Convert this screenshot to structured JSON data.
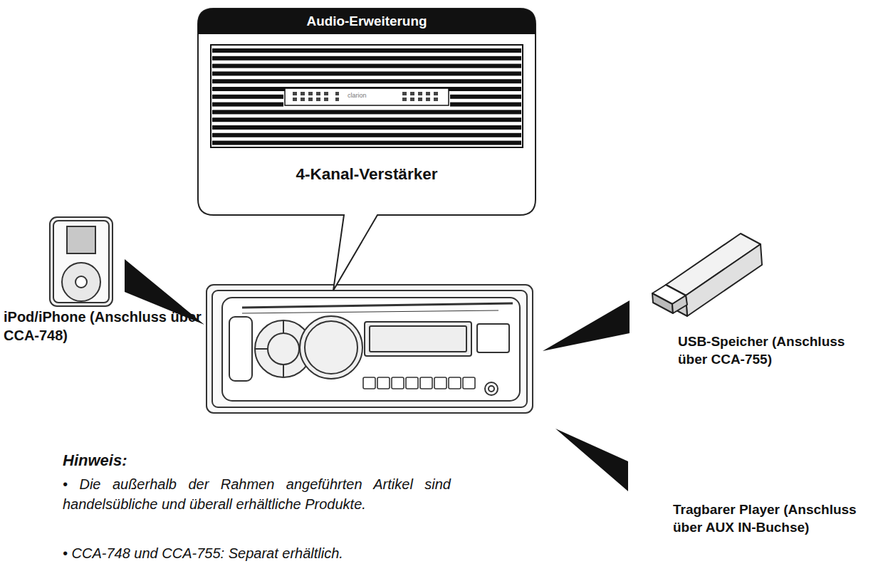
{
  "diagram": {
    "nodes": [
      {
        "text": [
          "Audio-Erweiterung",
          "4-Kanal-Verstärker"
        ]
      }
    ],
    "labels": [
      "clarion",
      "iPod/iPhone (Anschluss über CCA-748)",
      "USB-Speicher (Anschluss über CCA-755)",
      "Tragbarer Player (Anschluss über AUX IN-Buchse)",
      "Hinweis:",
      "• Die außerhalb der Rahmen angeführten Artikel sind handelsübliche und überall erhältliche Produkte.",
      "• CCA-748 und CCA-755: Separat erhältlich."
    ]
  }
}
